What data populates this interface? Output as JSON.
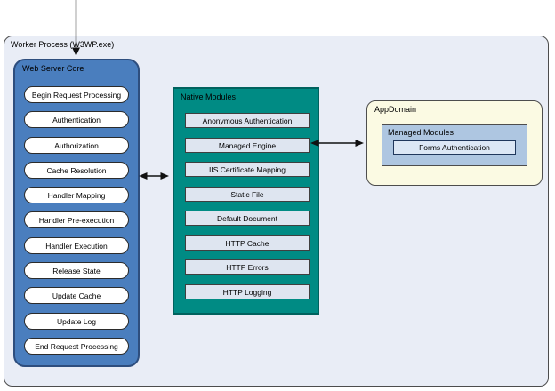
{
  "worker_process": {
    "title": "Worker Process (W3WP.exe)"
  },
  "web_server_core": {
    "title": "Web Server Core",
    "stages": [
      "Begin Request Processing",
      "Authentication",
      "Authorization",
      "Cache Resolution",
      "Handler Mapping",
      "Handler Pre-execution",
      "Handler Execution",
      "Release State",
      "Update Cache",
      "Update Log",
      "End Request Processing"
    ]
  },
  "native_modules": {
    "title": "Native Modules",
    "modules": [
      "Anonymous Authentication",
      "Managed Engine",
      "IIS Certificate Mapping",
      "Static File",
      "Default Document",
      "HTTP Cache",
      "HTTP Errors",
      "HTTP Logging"
    ]
  },
  "app_domain": {
    "title": "AppDomain",
    "managed_modules": {
      "title": "Managed Modules",
      "modules": [
        "Forms Authentication"
      ]
    }
  },
  "colors": {
    "worker-fill": "#e9edf6",
    "worker-border": "#4d4d4d",
    "core-fill": "#4a7ebe",
    "core-border": "#2e4e7e",
    "pill-fill": "#ffffff",
    "pill-border": "#2b2b2b",
    "native-fill": "#008b84",
    "native-border": "#00625e",
    "module-fill": "#dee5f0",
    "module-border": "#3f3f3f",
    "appdomain-fill": "#fbfae3",
    "appdomain-border": "#4d4d4d",
    "managed-fill": "#aec6e1",
    "managed-border": "#4d4d4d",
    "forms-fill": "#dce7f5",
    "forms-border": "#20375c",
    "arrow": "#111111"
  }
}
